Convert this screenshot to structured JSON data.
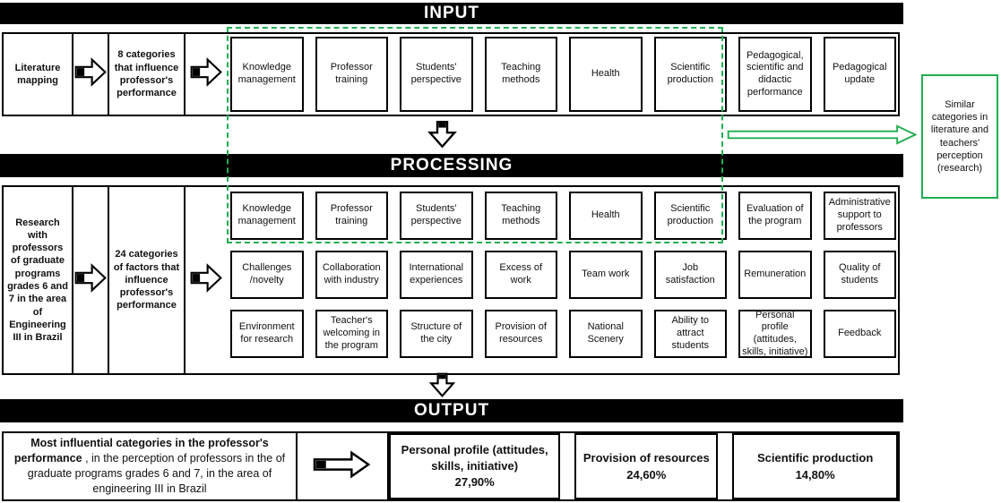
{
  "colors": {
    "accent_green": "#22ae50",
    "bar_black": "#000000"
  },
  "bars": {
    "input": "INPUT",
    "processing": "PROCESSING",
    "output": "OUTPUT"
  },
  "icons": {
    "right_arrow": "block-right-arrow",
    "down_arrow": "block-down-arrow",
    "green_arrow": "green-outline-right-arrow"
  },
  "input_row": {
    "source": "Literature mapping",
    "result": "8 categories that influence professor's performance",
    "categories": [
      "Knowledge management",
      "Professor training",
      "Students' perspective",
      "Teaching methods",
      "Health",
      "Scientific production",
      "Pedagogical, scientific and didactic performance",
      "Pedagogical update"
    ]
  },
  "processing_row": {
    "source": "Research with professors of graduate programs grades 6 and 7 in the area of Engineering III in Brazil",
    "result": "24 categories of factors that influence professor's performance",
    "categories": [
      "Knowledge management",
      "Professor training",
      "Students' perspective",
      "Teaching methods",
      "Health",
      "Scientific production",
      "Evaluation of the program",
      "Administrative support to professors",
      "Challenges /novelty",
      "Collaboration with industry",
      "International experiences",
      "Excess of work",
      "Team work",
      "Job satisfaction",
      "Remuneration",
      "Quality of students",
      "Environment for research",
      "Teacher's welcoming in the program",
      "Structure of the city",
      "Provision of resources",
      "National Scenery",
      "Ability to attract students",
      "Personal profile (attitudes, skills, initiative)",
      "Feedback"
    ]
  },
  "highlight_note": "Similar categories in literature and teachers' perception (research)",
  "output_row": {
    "summary_bold": "Most influential categories in the professor's performance",
    "summary_rest": " , in the perception of professors in the of graduate programs grades 6 and 7, in the area of engineering III in Brazil",
    "results": [
      {
        "label": "Personal profile (attitudes, skills, initiative)",
        "value": "27,90%"
      },
      {
        "label": "Provision of resources",
        "value": "24,60%"
      },
      {
        "label": "Scientific production",
        "value": "14,80%"
      }
    ]
  }
}
